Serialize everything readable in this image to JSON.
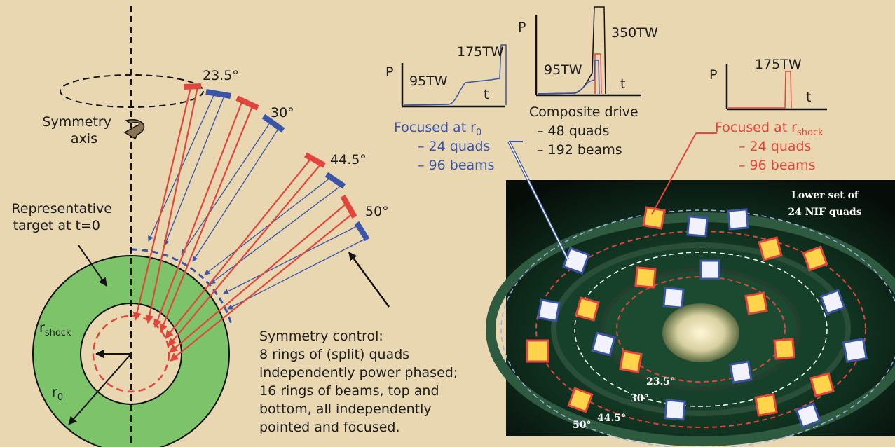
{
  "colors": {
    "background": "#e8d7b1",
    "green_ring": "#7dc36a",
    "inner_disk": "#e8d7b1",
    "red_beam": "#e0463c",
    "blue_beam": "#3a55a6"
  },
  "diagram": {
    "symmetry_axis": {
      "line1": "Symmetry",
      "line2": "axis"
    },
    "target": {
      "line1": "Representative",
      "line2": "target at t=0"
    },
    "r_shock": {
      "base": "r",
      "sub": "shock"
    },
    "r0": {
      "base": "r",
      "sub": "0"
    },
    "angles": [
      "23.5°",
      "30°",
      "44.5°",
      "50°"
    ],
    "symmetry_control": [
      "Symmetry control:",
      "8 rings of (split) quads",
      "independently power phased;",
      "16 rings of beams, top and",
      "bottom, all independently",
      "pointed and focused."
    ]
  },
  "pulses": {
    "left": {
      "p": "P",
      "t": "t",
      "low": "95TW",
      "high": "175TW"
    },
    "middle": {
      "p": "P",
      "t": "t",
      "low": "95TW",
      "high": "350TW"
    },
    "right": {
      "p": "P",
      "t": "t",
      "high": "175TW"
    }
  },
  "captions": {
    "r0_group": {
      "title": "Focused at r",
      "sub": "0",
      "quads": "– 24 quads",
      "beams": "– 96 beams"
    },
    "composite": {
      "title": "Composite drive",
      "quads": "– 48 quads",
      "beams": "– 192 beams"
    },
    "shock_group": {
      "title": "Focused at r",
      "sub": "shock",
      "quads": "– 24 quads",
      "beams": "– 96 beams"
    }
  },
  "photo": {
    "title_line1": "Lower set of",
    "title_line2": "24 NIF quads",
    "angles": [
      "23.5°",
      "30°",
      "44.5°",
      "50°"
    ]
  }
}
